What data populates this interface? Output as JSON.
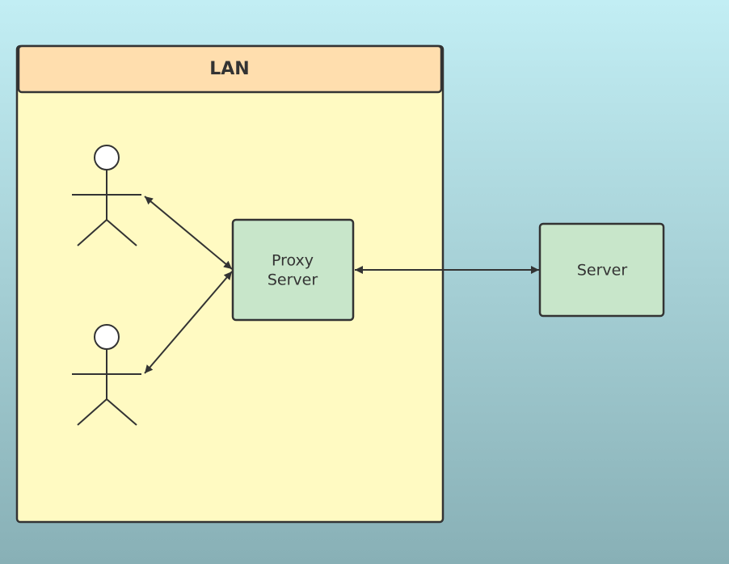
{
  "lan": {
    "title": "LAN"
  },
  "proxy": {
    "line1": "Proxy",
    "line2": "Server"
  },
  "server": {
    "label": "Server"
  },
  "colors": {
    "background_top": "#c2eef4",
    "background_bottom": "#88b0b6",
    "lan_header": "#ffdeae",
    "lan_body": "#fffac2",
    "node_fill": "#c8e6ca",
    "stroke": "#333333",
    "actor_fill": "#ffffff"
  }
}
